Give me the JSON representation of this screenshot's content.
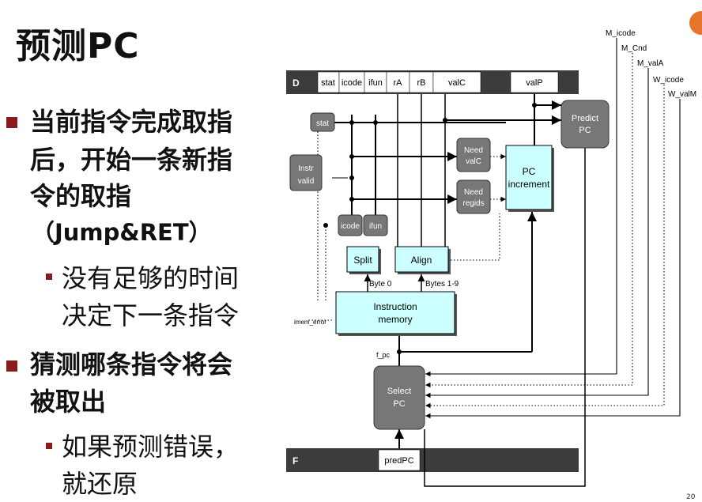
{
  "slide": {
    "title": "预测PC",
    "page_number": "20",
    "bullets": [
      {
        "lines": [
          "当前指令完成取指",
          "后，开始一条新指",
          "令的取指",
          "（Jump&RET）"
        ]
      },
      {
        "lines": [
          "没有足够的时间",
          "决定下一条指令"
        ]
      },
      {
        "lines": [
          "猜测哪条指令将会",
          "被取出"
        ]
      },
      {
        "lines": [
          "如果预测错误，",
          "就还原"
        ]
      }
    ]
  },
  "diagram": {
    "d_register": {
      "label": "D",
      "fields": [
        "stat",
        "icode",
        "ifun",
        "rA",
        "rB",
        "valC",
        "valP"
      ]
    },
    "f_register": {
      "label": "F",
      "field": "predPC"
    },
    "blocks": {
      "stat": "stat",
      "instr_valid": [
        "Instr",
        "valid"
      ],
      "need_valc": [
        "Need",
        "valC"
      ],
      "need_regids": [
        "Need",
        "regids"
      ],
      "pc_increment": [
        "PC",
        "increment"
      ],
      "predict_pc": [
        "Predict",
        "PC"
      ],
      "icode": "icode",
      "ifun": "ifun",
      "split": "Split",
      "align": "Align",
      "instruction_memory": [
        "Instruction",
        "memory"
      ],
      "select_pc": [
        "Select",
        "PC"
      ]
    },
    "signals": {
      "byte0": "Byte 0",
      "bytes19": "Bytes 1-9",
      "imem_error": "imem_error",
      "f_pc": "f_pc",
      "m_icode": "M_icode",
      "m_cnd": "M_Cnd",
      "m_vala": "M_valA",
      "w_icode": "W_icode",
      "w_valm": "W_valM"
    },
    "colors": {
      "gray_block": "#777777",
      "cyan_block": "#ccffff",
      "pipe_register": "#3c3c3c"
    }
  }
}
